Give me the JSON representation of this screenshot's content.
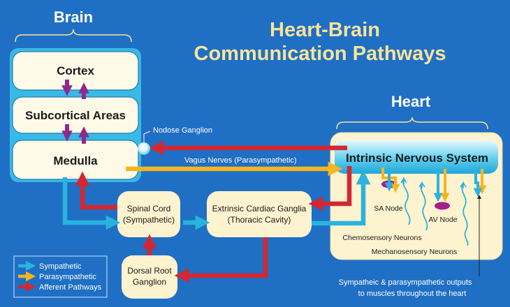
{
  "title": {
    "line1": "Heart-Brain",
    "line2": "Communication Pathways"
  },
  "brain": {
    "heading": "Brain",
    "cortex": "Cortex",
    "subcortical": "Subcortical Areas",
    "medulla": "Medulla"
  },
  "heart": {
    "heading": "Heart",
    "ins": "Intrinsic Nervous System",
    "sa_node": "SA Node",
    "av_node": "AV Node",
    "chemo": "Chemosensory Neurons",
    "mechano": "Mechanosensory Neurons"
  },
  "labels": {
    "nodose": "Nodose Ganglion",
    "vagus": "Vagus Nerves (Parasympathetic)",
    "spinal1": "Spinal Cord",
    "spinal2": "(Sympathetic)",
    "ecg1": "Extrinsic Cardiac Ganglia",
    "ecg2": "(Thoracic Cavity)",
    "drg1": "Dorsal Root",
    "drg2": "Ganglion",
    "outputs1": "Sympatheic & parasympathetic outputs",
    "outputs2": "to muscles throughout the heart"
  },
  "legend": {
    "items": [
      {
        "label": "Sympathetic",
        "color": "#29b3df"
      },
      {
        "label": "Parasympathetic",
        "color": "#f6b51e"
      },
      {
        "label": "Afferent Pathways",
        "color": "#d42733"
      }
    ]
  },
  "colors": {
    "background": "#1f6fc4",
    "sympathetic": "#29b3df",
    "parasympathetic": "#f6b51e",
    "afferent": "#d42733",
    "brain_arrows": "#8e2a8c",
    "node": "#a61e8c",
    "title": "#f8e39a"
  }
}
